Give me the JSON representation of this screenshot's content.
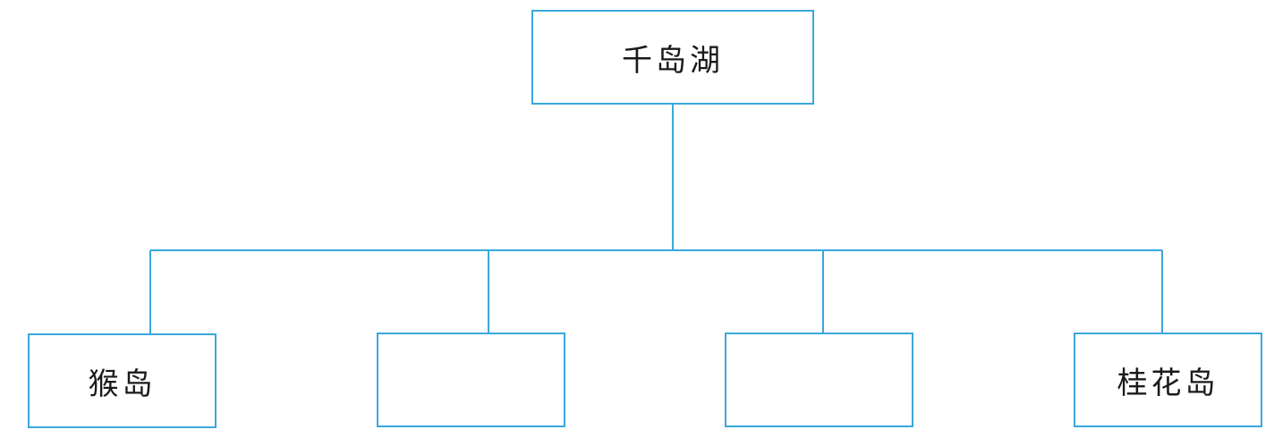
{
  "diagram": {
    "root": {
      "label": "千岛湖"
    },
    "children": [
      {
        "label": "猴岛"
      },
      {
        "label": ""
      },
      {
        "label": ""
      },
      {
        "label": "桂花岛"
      }
    ]
  },
  "colors": {
    "line": "#39a8dc",
    "text": "#1a1a1a"
  }
}
